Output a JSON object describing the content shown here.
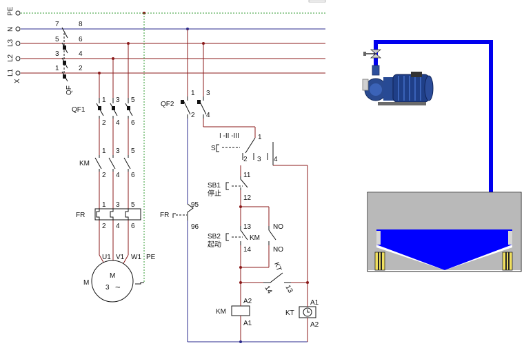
{
  "colors": {
    "wire": "#8b1a1a",
    "neutral": "#2a2a8c",
    "earth": "#2e9a2e",
    "water": "#0000ff",
    "pipe": "#0000ee",
    "tank_wall": "#b9b9b9"
  },
  "bus": {
    "labels": [
      "PE",
      "N",
      "L3",
      "L2",
      "L1",
      "X"
    ]
  },
  "qf": {
    "name": "QF",
    "pins": [
      "1",
      "2",
      "3",
      "4",
      "5",
      "6",
      "7",
      "8"
    ]
  },
  "power": {
    "qf1": "QF1",
    "km": "KM",
    "fr": "FR",
    "pins_top": [
      "1",
      "3",
      "5"
    ],
    "pins_bottom": [
      "2",
      "4",
      "6"
    ],
    "terminals": [
      "U1",
      "V1",
      "W1",
      "PE"
    ],
    "motor": {
      "name": "M",
      "letter": "M",
      "phase": "3",
      "ac": "~"
    }
  },
  "control": {
    "qf2": "QF2",
    "qf2_pins": [
      "1",
      "3",
      "2",
      "4"
    ],
    "fr": "FR",
    "fr_pins": [
      "95",
      "96"
    ],
    "selector": {
      "name": "S",
      "positions": "I -II -III",
      "pins": [
        "1",
        "2",
        "3",
        "4"
      ]
    },
    "sb1": {
      "name": "SB1",
      "label": "停止",
      "pins": [
        "11",
        "12"
      ]
    },
    "sb2": {
      "name": "SB2",
      "label": "起动",
      "pins": [
        "13",
        "14"
      ]
    },
    "km_aux": {
      "name": "KM",
      "no1": "NO",
      "no2": "NO"
    },
    "kt_contact": {
      "name": "KT",
      "pins": [
        "14",
        "13"
      ]
    },
    "km_coil": {
      "name": "KM",
      "pins": [
        "A2",
        "A1"
      ]
    },
    "kt_coil": {
      "name": "KT",
      "pins": [
        "A1",
        "A2"
      ]
    }
  }
}
